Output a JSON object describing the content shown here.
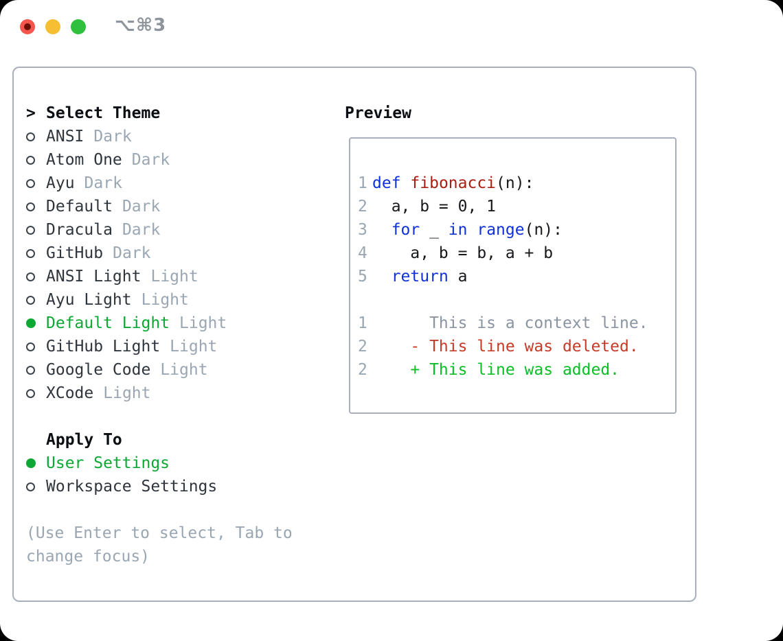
{
  "titlebar": {
    "title": "⌥⌘3",
    "traffic_lights": [
      "close",
      "minimize",
      "zoom"
    ]
  },
  "theme_list": {
    "cursor": ">",
    "heading": "Select Theme",
    "items": [
      {
        "name": "ANSI",
        "variant": "Dark",
        "selected": false
      },
      {
        "name": "Atom One",
        "variant": "Dark",
        "selected": false
      },
      {
        "name": "Ayu",
        "variant": "Dark",
        "selected": false
      },
      {
        "name": "Default",
        "variant": "Dark",
        "selected": false
      },
      {
        "name": "Dracula",
        "variant": "Dark",
        "selected": false
      },
      {
        "name": "GitHub",
        "variant": "Dark",
        "selected": false
      },
      {
        "name": "ANSI Light",
        "variant": "Light",
        "selected": false
      },
      {
        "name": "Ayu Light",
        "variant": "Light",
        "selected": false
      },
      {
        "name": "Default Light",
        "variant": "Light",
        "selected": true
      },
      {
        "name": "GitHub Light",
        "variant": "Light",
        "selected": false
      },
      {
        "name": "Google Code",
        "variant": "Light",
        "selected": false
      },
      {
        "name": "XCode",
        "variant": "Light",
        "selected": false
      }
    ]
  },
  "apply_to": {
    "heading": "Apply To",
    "options": [
      {
        "label": "User Settings",
        "selected": true
      },
      {
        "label": "Workspace Settings",
        "selected": false
      }
    ]
  },
  "hint": "(Use Enter to select, Tab to change focus)",
  "preview": {
    "heading": "Preview",
    "lines": [
      {
        "num": "1",
        "segments": [
          {
            "text": "def",
            "style": "kw"
          },
          {
            "text": " ",
            "style": "plain"
          },
          {
            "text": "fibonacci",
            "style": "fn"
          },
          {
            "text": "(n):",
            "style": "plain"
          }
        ]
      },
      {
        "num": "2",
        "segments": [
          {
            "text": "  a, b = 0, 1",
            "style": "plain"
          }
        ]
      },
      {
        "num": "3",
        "segments": [
          {
            "text": "  ",
            "style": "plain"
          },
          {
            "text": "for",
            "style": "kw"
          },
          {
            "text": " _ ",
            "style": "plain"
          },
          {
            "text": "in",
            "style": "kw"
          },
          {
            "text": " ",
            "style": "plain"
          },
          {
            "text": "range",
            "style": "kw"
          },
          {
            "text": "(n):",
            "style": "plain"
          }
        ]
      },
      {
        "num": "4",
        "segments": [
          {
            "text": "    a, b = b, a + b",
            "style": "plain"
          }
        ]
      },
      {
        "num": "5",
        "segments": [
          {
            "text": "  ",
            "style": "plain"
          },
          {
            "text": "return",
            "style": "kw"
          },
          {
            "text": " a",
            "style": "plain"
          }
        ]
      },
      {
        "num": "",
        "segments": []
      },
      {
        "num": "1",
        "segments": [
          {
            "text": "      This is a context line.",
            "style": "ctx"
          }
        ]
      },
      {
        "num": "2",
        "segments": [
          {
            "text": "    - This line was deleted.",
            "style": "del"
          }
        ]
      },
      {
        "num": "2",
        "segments": [
          {
            "text": "    + This line was added.",
            "style": "add"
          }
        ]
      }
    ]
  },
  "colors": {
    "selected_green": "#0ca833",
    "added_green": "#0abf25",
    "deleted_red": "#c63b28",
    "keyword_blue": "#1031d8",
    "function_red": "#a81f12",
    "border_gray": "#a8afba",
    "dim_gray": "#9aa6b2",
    "traffic_red": "#f4564e",
    "traffic_yellow": "#f6be33",
    "traffic_green": "#2fc13e"
  }
}
